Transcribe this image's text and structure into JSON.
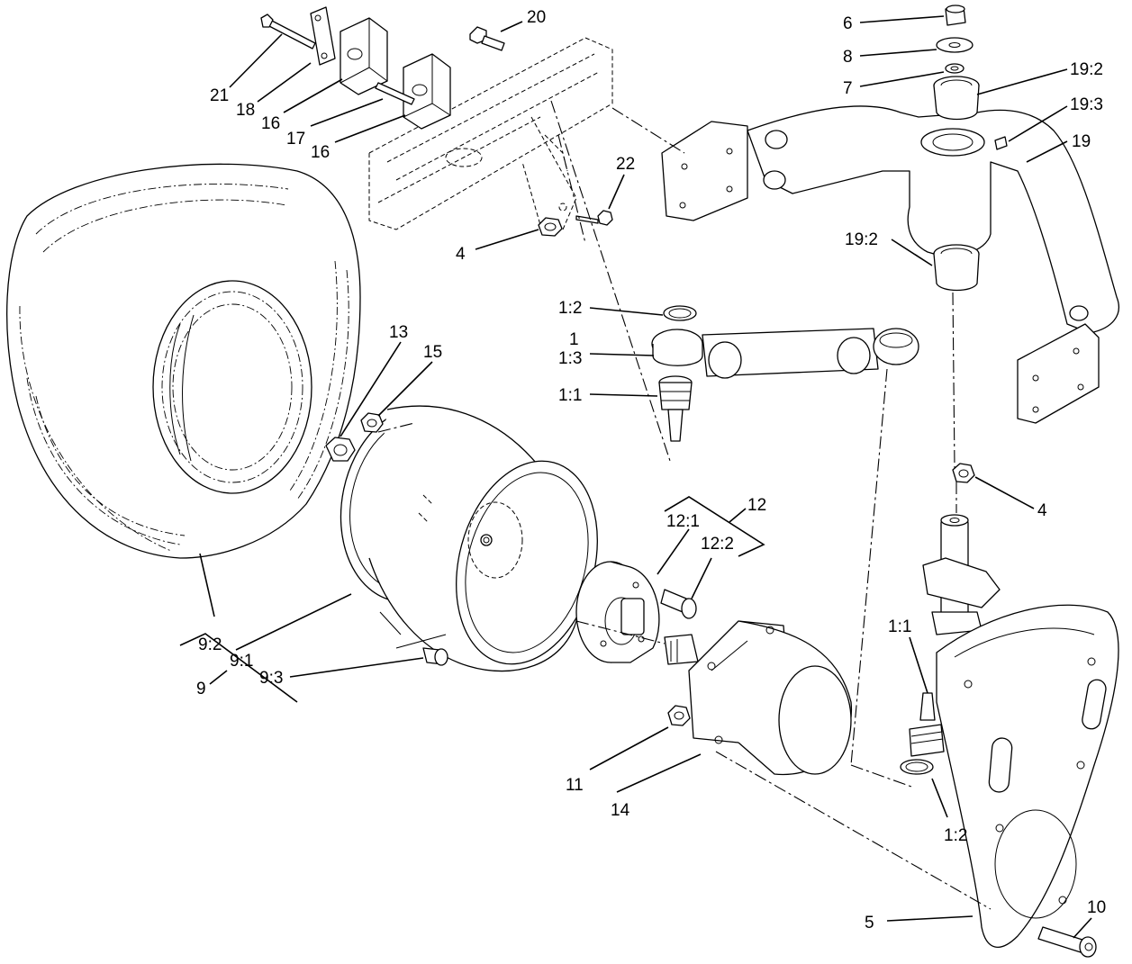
{
  "diagram": {
    "callouts": [
      {
        "id": "c-21",
        "text": "21"
      },
      {
        "id": "c-18",
        "text": "18"
      },
      {
        "id": "c-16a",
        "text": "16"
      },
      {
        "id": "c-17",
        "text": "17"
      },
      {
        "id": "c-16b",
        "text": "16"
      },
      {
        "id": "c-20",
        "text": "20"
      },
      {
        "id": "c-22",
        "text": "22"
      },
      {
        "id": "c-4a",
        "text": "4"
      },
      {
        "id": "c-6",
        "text": "6"
      },
      {
        "id": "c-8",
        "text": "8"
      },
      {
        "id": "c-7",
        "text": "7"
      },
      {
        "id": "c-19-2a",
        "text": "19:2"
      },
      {
        "id": "c-19-3",
        "text": "19:3"
      },
      {
        "id": "c-19",
        "text": "19"
      },
      {
        "id": "c-19-2b",
        "text": "19:2"
      },
      {
        "id": "c-1-2a",
        "text": "1:2"
      },
      {
        "id": "c-1",
        "text": "1"
      },
      {
        "id": "c-1-3",
        "text": "1:3"
      },
      {
        "id": "c-1-1a",
        "text": "1:1"
      },
      {
        "id": "c-13",
        "text": "13"
      },
      {
        "id": "c-15",
        "text": "15"
      },
      {
        "id": "c-12",
        "text": "12"
      },
      {
        "id": "c-12-1",
        "text": "12:1"
      },
      {
        "id": "c-12-2",
        "text": "12:2"
      },
      {
        "id": "c-4b",
        "text": "4"
      },
      {
        "id": "c-9-2",
        "text": "9:2"
      },
      {
        "id": "c-9-1",
        "text": "9:1"
      },
      {
        "id": "c-9",
        "text": "9"
      },
      {
        "id": "c-9-3",
        "text": "9:3"
      },
      {
        "id": "c-1-1b",
        "text": "1:1"
      },
      {
        "id": "c-11",
        "text": "11"
      },
      {
        "id": "c-14",
        "text": "14"
      },
      {
        "id": "c-1-2b",
        "text": "1:2"
      },
      {
        "id": "c-5",
        "text": "5"
      },
      {
        "id": "c-10",
        "text": "10"
      }
    ]
  }
}
